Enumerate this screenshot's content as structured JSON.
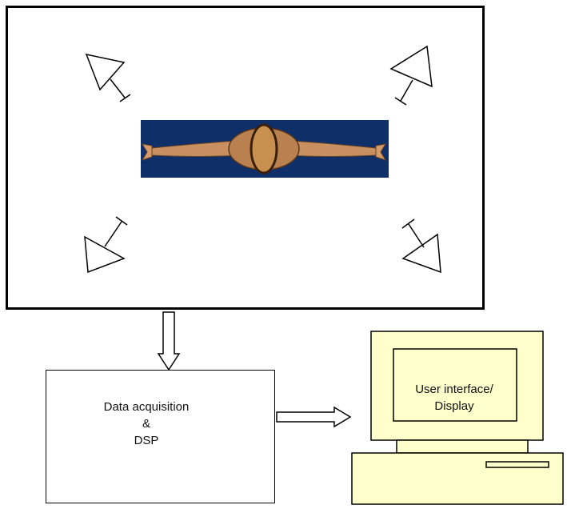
{
  "diagram": {
    "dsp_block": {
      "line1": "Data acquisition",
      "line2": "&",
      "line3": "DSP"
    },
    "computer": {
      "screen_line1": "User interface/",
      "screen_line2": "Display"
    },
    "colors": {
      "figure_background": "#0e2f68",
      "skin": "#c89060",
      "computer_body": "#ffffcc",
      "outline": "#000000"
    },
    "icons": [
      "camera-icon",
      "human-figure-icon",
      "computer-icon",
      "arrow-icon"
    ]
  }
}
